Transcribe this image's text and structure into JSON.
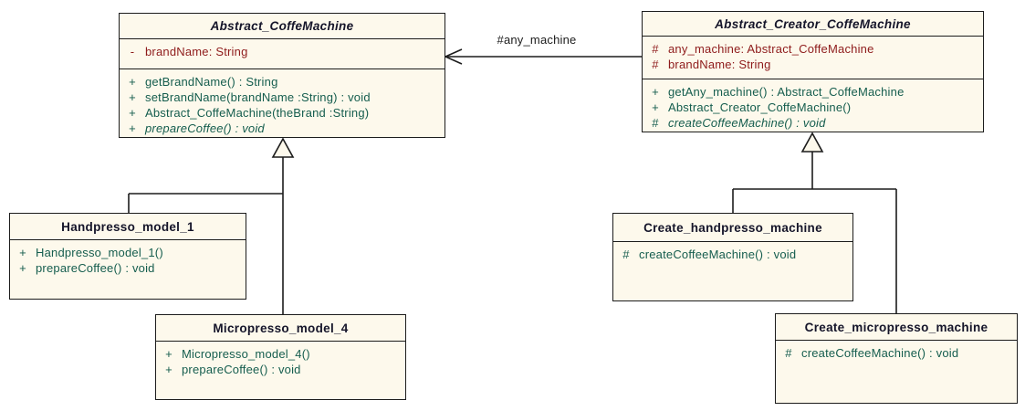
{
  "colors": {
    "canvas-bg": "#ffffff",
    "box-fill": "#fdf9ec",
    "box-border": "#1c1c1c",
    "title-color": "#15152a",
    "attribute-color": "#8e1b1b",
    "method-color": "#155d4e",
    "label-color": "#1c1c1c"
  },
  "classes": [
    {
      "name": "Abstract_CoffeMachine",
      "abstract": true,
      "attributes": [
        {
          "vis": "-",
          "text": "brandName: String"
        }
      ],
      "methods": [
        {
          "vis": "+",
          "text": "getBrandName() : String"
        },
        {
          "vis": "+",
          "text": "setBrandName(brandName :String) : void"
        },
        {
          "vis": "+",
          "text": "Abstract_CoffeMachine(theBrand :String)"
        },
        {
          "vis": "+",
          "text": "prepareCoffee() : void",
          "abstract": true
        }
      ]
    },
    {
      "name": "Abstract_Creator_CoffeMachine",
      "abstract": true,
      "attributes": [
        {
          "vis": "#",
          "text": "any_machine: Abstract_CoffeMachine"
        },
        {
          "vis": "#",
          "text": "brandName: String"
        }
      ],
      "methods": [
        {
          "vis": "+",
          "text": "getAny_machine() : Abstract_CoffeMachine"
        },
        {
          "vis": "+",
          "text": "Abstract_Creator_CoffeMachine()"
        },
        {
          "vis": "#",
          "text": "createCoffeeMachine() : void",
          "abstract": true
        }
      ]
    },
    {
      "name": "Handpresso_model_1",
      "abstract": false,
      "attributes": [],
      "methods": [
        {
          "vis": "+",
          "text": "Handpresso_model_1()"
        },
        {
          "vis": "+",
          "text": "prepareCoffee() : void"
        }
      ]
    },
    {
      "name": "Micropresso_model_4",
      "abstract": false,
      "attributes": [],
      "methods": [
        {
          "vis": "+",
          "text": "Micropresso_model_4()"
        },
        {
          "vis": "+",
          "text": "prepareCoffee() : void"
        }
      ]
    },
    {
      "name": "Create_handpresso_machine",
      "abstract": false,
      "attributes": [],
      "methods": [
        {
          "vis": "#",
          "text": "createCoffeeMachine() : void"
        }
      ]
    },
    {
      "name": "Create_micropresso_machine",
      "abstract": false,
      "attributes": [],
      "methods": [
        {
          "vis": "#",
          "text": "createCoffeeMachine() : void"
        }
      ]
    }
  ],
  "relationships": {
    "association": {
      "type": "association",
      "from": "Abstract_Creator_CoffeMachine",
      "to": "Abstract_CoffeMachine",
      "label": "#any_machine",
      "arrow": "open-arrowhead"
    },
    "generalizations": [
      {
        "type": "generalization",
        "from": "Handpresso_model_1",
        "to": "Abstract_CoffeMachine"
      },
      {
        "type": "generalization",
        "from": "Micropresso_model_4",
        "to": "Abstract_CoffeMachine"
      },
      {
        "type": "generalization",
        "from": "Create_handpresso_machine",
        "to": "Abstract_Creator_CoffeMachine"
      },
      {
        "type": "generalization",
        "from": "Create_micropresso_machine",
        "to": "Abstract_Creator_CoffeMachine"
      }
    ]
  }
}
